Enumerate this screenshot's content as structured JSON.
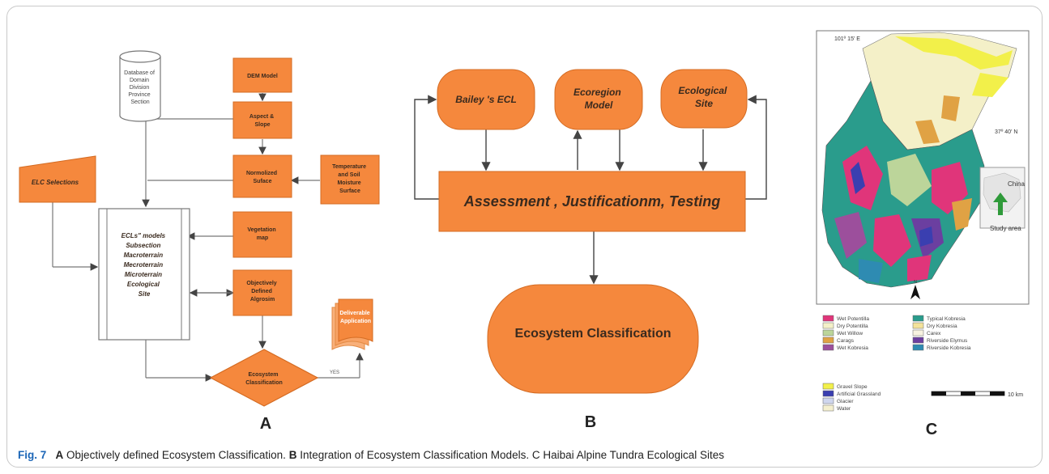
{
  "figure_caption": {
    "label": "Fig. 7",
    "a_marker": "A",
    "a_text": "Objectively defined Ecosystem Classification.",
    "b_marker": "B",
    "b_text": "Integration of Ecosystem Classification Models.",
    "c_text": "C Haibai Alpine Tundra Ecological Sites"
  },
  "panel_a": {
    "panel_letter": "A",
    "database": [
      "Database of",
      "Domain",
      "Division",
      "Province",
      "Section"
    ],
    "dem_model": "DEM Model",
    "aspect_slope": [
      "Aspect &",
      "Slope"
    ],
    "normalized_surface": [
      "Normolized",
      "Suface"
    ],
    "temperature_soil": [
      "Temperature",
      "and Soil",
      "Moisture",
      "Surface"
    ],
    "elc_selections": "ELC Selections",
    "vegetation_map": [
      "Vegetation",
      "map"
    ],
    "objectively_defined": [
      "Objectively",
      "Defined",
      "Algrosim"
    ],
    "deliverable": [
      "Deliverable",
      "Application"
    ],
    "models_list": [
      "ECLs\" models",
      "Subsection",
      "Macroterrain",
      "Mecroterrain",
      "Microterrain",
      "Ecological",
      "Site"
    ],
    "ecosystem_classification": [
      "Ecosystem",
      "Classification"
    ],
    "yes_label": "YES"
  },
  "panel_b": {
    "panel_letter": "B",
    "bailey": "Bailey 's ECL",
    "ecoregion": [
      "Ecoregion",
      "Model"
    ],
    "ecological_site": [
      "Ecological",
      "Site"
    ],
    "assessment": "Assessment , Justificationm, Testing",
    "ecosystem_classification": "Ecosystem Classification"
  },
  "panel_c": {
    "panel_letter": "C",
    "longitude": "101º 15' E",
    "latitude": "37º 40' N",
    "inset_country": "China",
    "inset_label": "Study area",
    "north": "N",
    "scale": "10 km",
    "legend": [
      {
        "label": "Wet Potentilla",
        "color": "#e0357a"
      },
      {
        "label": "Dry Potentilla",
        "color": "#f4f0c8"
      },
      {
        "label": "Wet Willow",
        "color": "#bcd59a"
      },
      {
        "label": "Carags",
        "color": "#e0a244"
      },
      {
        "label": "Wet Kobresia",
        "color": "#9c4f9c"
      },
      {
        "label": "Typical Kobresia",
        "color": "#2a9c8c"
      },
      {
        "label": "Dry Kobresia",
        "color": "#f3e29a"
      },
      {
        "label": "Carex",
        "color": "#f7f2e0"
      },
      {
        "label": "Riverside Elymus",
        "color": "#6b3fa0"
      },
      {
        "label": "Riverside Kobresia",
        "color": "#2e8bb2"
      },
      {
        "label": "Gravel Slope",
        "color": "#f2f04a"
      },
      {
        "label": "Artificial Grassland",
        "color": "#3a3fb0"
      },
      {
        "label": "Glacier",
        "color": "#cfd6ee"
      },
      {
        "label": "Water",
        "color": "#f5f0d0"
      }
    ]
  },
  "colors": {
    "orange": "#f5883d",
    "orange_border": "#d46b22",
    "caption_blue": "#1c66b7"
  }
}
